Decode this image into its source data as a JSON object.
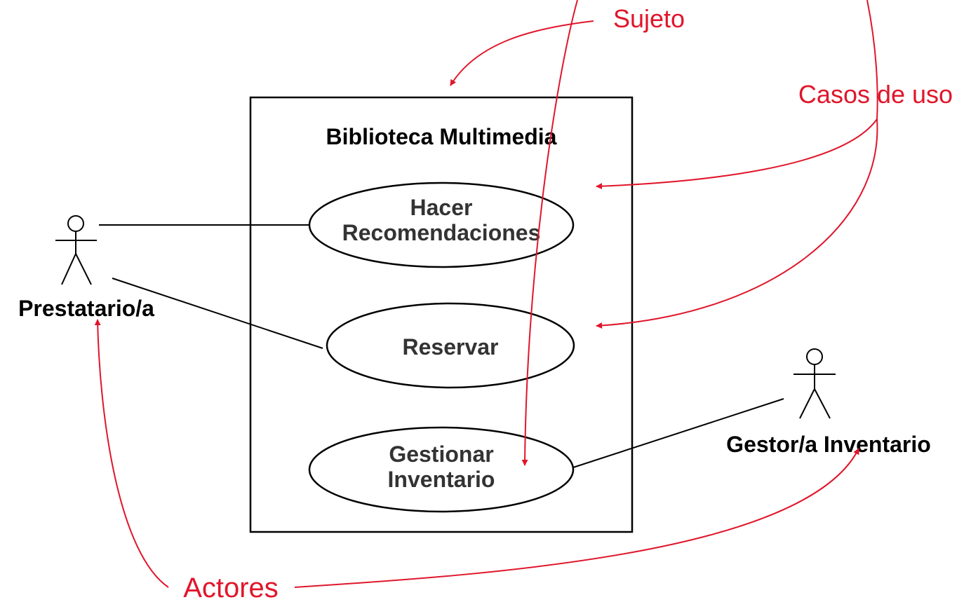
{
  "system": {
    "title": "Biblioteca Multimedia"
  },
  "use_cases": {
    "hacer_recomendaciones": [
      "Hacer",
      "Recomendaciones"
    ],
    "reservar": [
      "Reservar"
    ],
    "gestionar_inventario": [
      "Gestionar",
      "Inventario"
    ]
  },
  "actors": {
    "prestatario": "Prestatario/a",
    "gestor": "Gestor/a Inventario"
  },
  "annotations": {
    "sujeto": "Sujeto",
    "casos_de_uso": "Casos de uso",
    "actores": "Actores"
  },
  "colors": {
    "annotation": "#e0162b",
    "diagram": "#000000",
    "use_case_text": "#333333"
  }
}
